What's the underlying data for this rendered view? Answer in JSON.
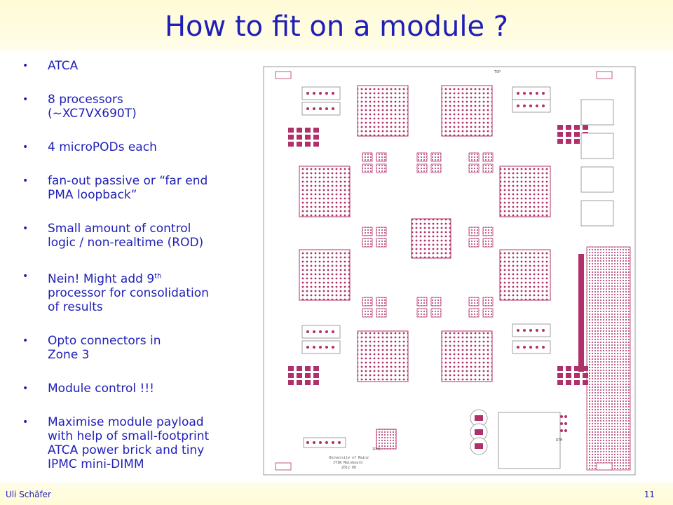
{
  "slide": {
    "title": "How to fit on a module ?",
    "bullets": [
      {
        "text": "ATCA"
      },
      {
        "text": "8 processors\n(~XC7VX690T)"
      },
      {
        "text": "4 microPODs each"
      },
      {
        "text": "fan-out passive or “far end\nPMA loopback”"
      },
      {
        "text": "Small amount of control\nlogic / non-realtime (ROD)"
      },
      {
        "text_pre": "Nein! Might add 9",
        "sup": "th",
        "text_post": "\nprocessor for consolidation\nof results"
      },
      {
        "text": "Opto connectors in\nZone 3"
      },
      {
        "text": "Module control !!!"
      },
      {
        "text": "Maximise module payload\nwith help of small-footprint\nATCA power brick and tiny\nIPMC mini-DIMM"
      }
    ],
    "footer": {
      "author": "Uli Schäfer",
      "page": "11"
    }
  },
  "board": {
    "top_label": "TOP",
    "maker_line1": "University of Mainz",
    "maker_line2": "JTIW Mainboard",
    "maker_line3": "2012 08",
    "rtm_label": "RTM",
    "ipmc_label": "IPMC",
    "pad_color": "#b0306a"
  }
}
